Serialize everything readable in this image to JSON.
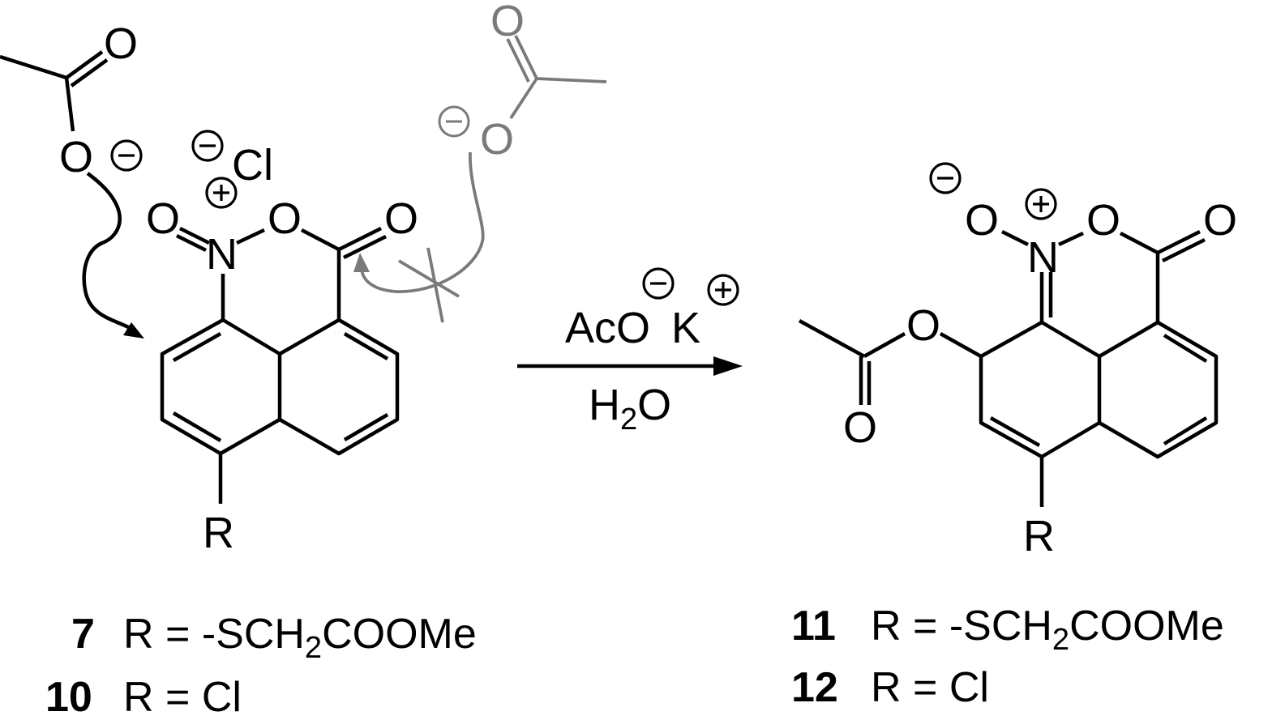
{
  "atoms": {
    "oxygen": "O",
    "nitrogen": "N",
    "chloride": "Cl",
    "r_group": "R"
  },
  "reagents": {
    "acetate": "AcO",
    "potassium": "K",
    "water_h": "H",
    "water_sub": "2",
    "water_o": "O"
  },
  "captions": {
    "c7": {
      "num": "7",
      "r": "R = -SCH",
      "sub": "2",
      "tail": "COOMe"
    },
    "c10": {
      "num": "10",
      "r": "R = Cl"
    },
    "c11": {
      "num": "11",
      "r": "R = -SCH",
      "sub": "2",
      "tail": "COOMe"
    },
    "c12": {
      "num": "12",
      "r": "R = Cl"
    }
  },
  "colors": {
    "ink": "#000000",
    "disfavored_path": "#7a7a7a"
  }
}
